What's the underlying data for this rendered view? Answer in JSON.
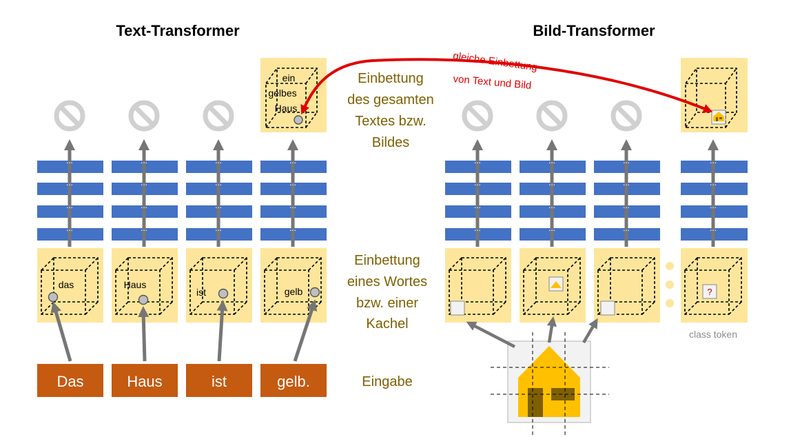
{
  "titles": {
    "text": "Text-Transformer",
    "image": "Bild-Transformer"
  },
  "labels": {
    "global_embedding": [
      "Einbettung",
      "des gesamten",
      "Textes bzw.",
      "Bildes"
    ],
    "token_embedding": [
      "Einbettung",
      "eines Wortes",
      "bzw. einer",
      "Kachel"
    ],
    "input": "Eingabe",
    "class_token": "class token",
    "shared_embedding": [
      "gleiche Einbettung",
      "von Text und Bild"
    ]
  },
  "text_tokens": [
    {
      "input": "Das",
      "embedding_word": "das"
    },
    {
      "input": "Haus",
      "embedding_word": "Haus"
    },
    {
      "input": "ist",
      "embedding_word": "ist"
    },
    {
      "input": "gelb.",
      "embedding_word": "gelb"
    }
  ],
  "text_output_words": [
    "ein",
    "gelbes",
    "Haus"
  ],
  "layer_ellipsis": "...",
  "class_token_symbol": "?",
  "colors": {
    "embedding_box": "#FDE69B",
    "layer_bar": "#4472C4",
    "input_box": "#C55A11",
    "label_text": "#7F6000",
    "arrow": "#767676",
    "blocked_icon": "#D0D0D0",
    "shared_arrow": "#E00000",
    "house": "#FFC000",
    "house_window": "#7F6000"
  }
}
